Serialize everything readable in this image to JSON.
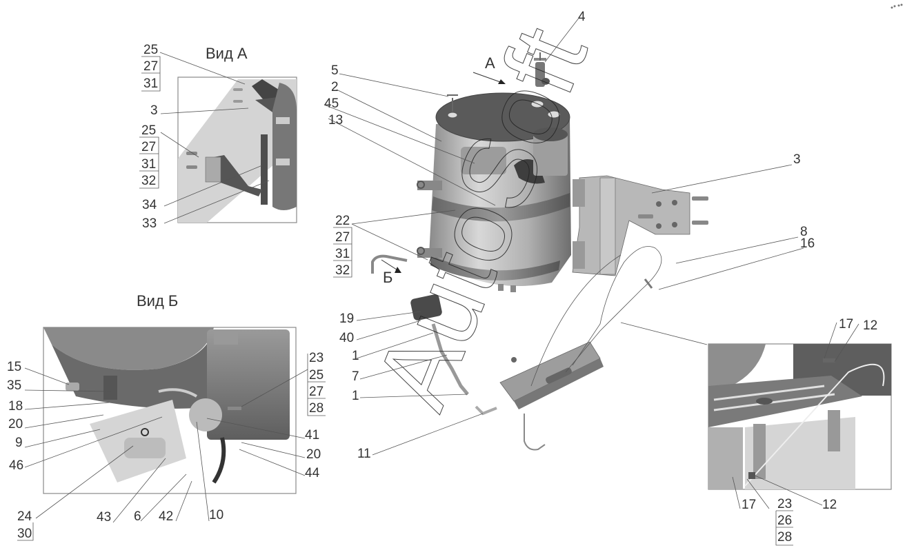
{
  "diagram": {
    "watermark": "AutoSoft",
    "views": {
      "view_a": {
        "title": "Вид А"
      },
      "view_b": {
        "title": "Вид Б"
      },
      "view_c": {
        "title": ""
      }
    },
    "direction_markers": [
      {
        "id": "A",
        "text": "А"
      },
      {
        "id": "B",
        "text": "Б"
      }
    ],
    "main_labels": [
      {
        "id": "m4",
        "text": "4"
      },
      {
        "id": "m5",
        "text": "5"
      },
      {
        "id": "m2",
        "text": "2"
      },
      {
        "id": "m45",
        "text": "45"
      },
      {
        "id": "m13",
        "text": "13"
      },
      {
        "id": "m3",
        "text": "3"
      },
      {
        "id": "m8",
        "text": "8"
      },
      {
        "id": "m16",
        "text": "16"
      },
      {
        "id": "m19",
        "text": "19"
      },
      {
        "id": "m40",
        "text": "40"
      },
      {
        "id": "m1a",
        "text": "1"
      },
      {
        "id": "m7",
        "text": "7"
      },
      {
        "id": "m1b",
        "text": "1"
      },
      {
        "id": "m11",
        "text": "11"
      }
    ],
    "main_stacks": [
      {
        "id": "s22",
        "items": [
          "22",
          "27",
          "31",
          "32"
        ]
      }
    ],
    "view_a_labels": [
      {
        "id": "a3",
        "text": "3"
      },
      {
        "id": "a34",
        "text": "34"
      },
      {
        "id": "a33",
        "text": "33"
      }
    ],
    "view_a_stacks": [
      {
        "id": "a25a",
        "items": [
          "25",
          "27",
          "31"
        ]
      },
      {
        "id": "a25b",
        "items": [
          "25",
          "27",
          "31",
          "32"
        ]
      }
    ],
    "view_b_labels": [
      {
        "id": "b15",
        "text": "15"
      },
      {
        "id": "b35",
        "text": "35"
      },
      {
        "id": "b18",
        "text": "18"
      },
      {
        "id": "b20a",
        "text": "20"
      },
      {
        "id": "b9",
        "text": "9"
      },
      {
        "id": "b46",
        "text": "46"
      },
      {
        "id": "b43",
        "text": "43"
      },
      {
        "id": "b6",
        "text": "6"
      },
      {
        "id": "b42",
        "text": "42"
      },
      {
        "id": "b10",
        "text": "10"
      },
      {
        "id": "b41",
        "text": "41"
      },
      {
        "id": "b20b",
        "text": "20"
      },
      {
        "id": "b44",
        "text": "44"
      }
    ],
    "view_b_stacks": [
      {
        "id": "b23",
        "items": [
          "23",
          "25",
          "27",
          "28"
        ]
      },
      {
        "id": "b24",
        "items": [
          "24",
          "30"
        ]
      }
    ],
    "view_c_labels": [
      {
        "id": "c17a",
        "text": "17"
      },
      {
        "id": "c12a",
        "text": "12"
      },
      {
        "id": "c17b",
        "text": "17"
      },
      {
        "id": "c12b",
        "text": "12"
      }
    ],
    "view_c_stacks": [
      {
        "id": "c23",
        "items": [
          "23",
          "26",
          "28"
        ]
      }
    ]
  }
}
